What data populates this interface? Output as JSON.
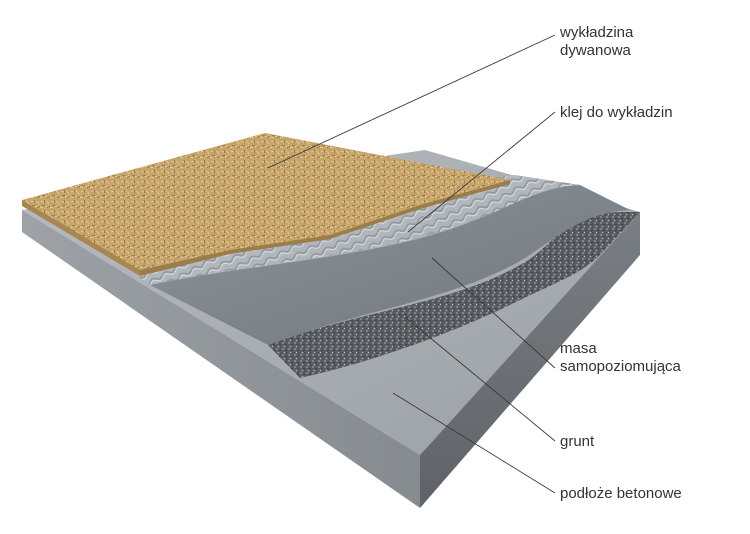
{
  "labels": {
    "carpet_line1": "wykładzina",
    "carpet_line2": "dywanowa",
    "adhesive": "klej do wykładzin",
    "leveling_line1": "masa",
    "leveling_line2": "samopoziomująca",
    "primer": "grunt",
    "concrete": "podłoże betonowe"
  },
  "colors": {
    "carpet": "#c9a66c",
    "adhesive": "#a9afb4",
    "leveling": "#80878d",
    "primer": "#5e6064",
    "concrete_top": "#9ea3a8",
    "concrete_front": "#8c9196",
    "concrete_side": "#6b7075",
    "leader": "#3a3a3a"
  }
}
